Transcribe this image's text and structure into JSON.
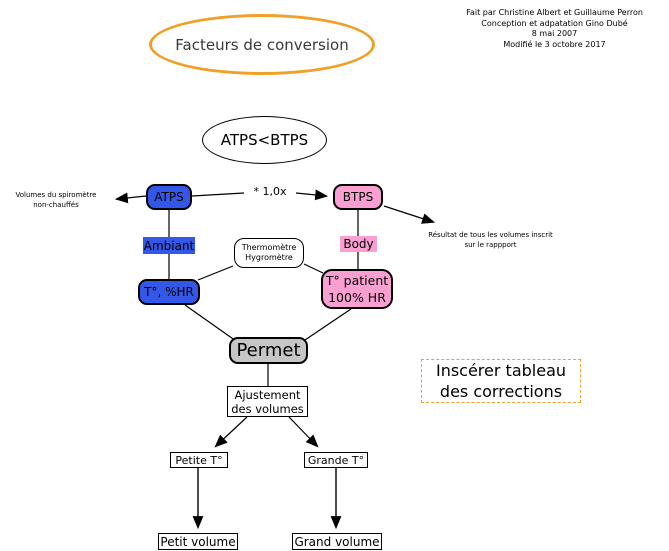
{
  "colors": {
    "blue": "#3358E8",
    "pink": "#FA9FD2",
    "orange": "#F0A028",
    "gray": "#C6C6C6"
  },
  "header": {
    "title": "Facteurs de conversion",
    "credits": "Fait par Christine Albert et Guillaume Perron\nConception et adpatation Gino Dubé\n8 mai 2007\nModifié le 3 octobre 2017"
  },
  "diagram": {
    "comparison_label": "ATPS<BTPS",
    "atps_label": "ATPS",
    "btps_label": "BTPS",
    "factor_label": "* 1,0x",
    "spirometer_note": "Volumes du spiromètre\nnon-chauffés",
    "report_note": "Résultat de tous les volumes inscrit\nsur le rappport",
    "ambiant_label": "Ambiant",
    "body_label": "Body",
    "thermo_label": "Thermomètre\nHygromètre",
    "ambient_conditions_label": "T°, %HR",
    "patient_conditions_label": "T° patient\n100% HR",
    "permet_label": "Permet",
    "adjustment_label": "Ajustement\ndes volumes",
    "small_temp_label": "Petite T°",
    "large_temp_label": "Grande T°",
    "small_volume_label": "Petit volume",
    "large_volume_label": "Grand volume",
    "corrections_note": "Inscérer tableau\ndes corrections"
  }
}
